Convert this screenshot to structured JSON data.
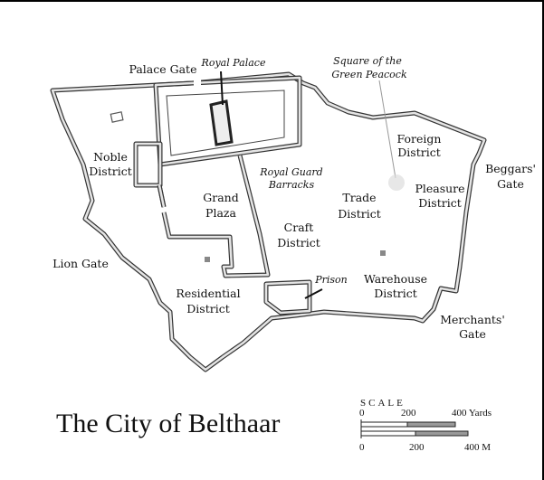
{
  "title": "The City of Belthaar",
  "labels": {
    "palace_gate": "Palace Gate",
    "royal_palace": "Royal Palace",
    "peacock_1": "Square of the",
    "peacock_2": "Green Peacock",
    "foreign_1": "Foreign",
    "foreign_2": "District",
    "noble_1": "Noble",
    "noble_2": "District",
    "guard_1": "Royal Guard",
    "guard_2": "Barracks",
    "plaza_1": "Grand",
    "plaza_2": "Plaza",
    "trade_1": "Trade",
    "trade_2": "District",
    "pleasure_1": "Pleasure",
    "pleasure_2": "District",
    "beggars_1": "Beggars'",
    "beggars_2": "Gate",
    "craft_1": "Craft",
    "craft_2": "District",
    "lion_gate": "Lion Gate",
    "residential_1": "Residential",
    "residential_2": "District",
    "prison": "Prison",
    "warehouse_1": "Warehouse",
    "warehouse_2": "District",
    "merchants_1": "Merchants'",
    "merchants_2": "Gate"
  },
  "scale": {
    "heading": "SCALE",
    "yards_0": "0",
    "yards_200": "200",
    "yards_400": "400 Yards",
    "m_0": "0",
    "m_200": "200",
    "m_400": "400 M"
  }
}
